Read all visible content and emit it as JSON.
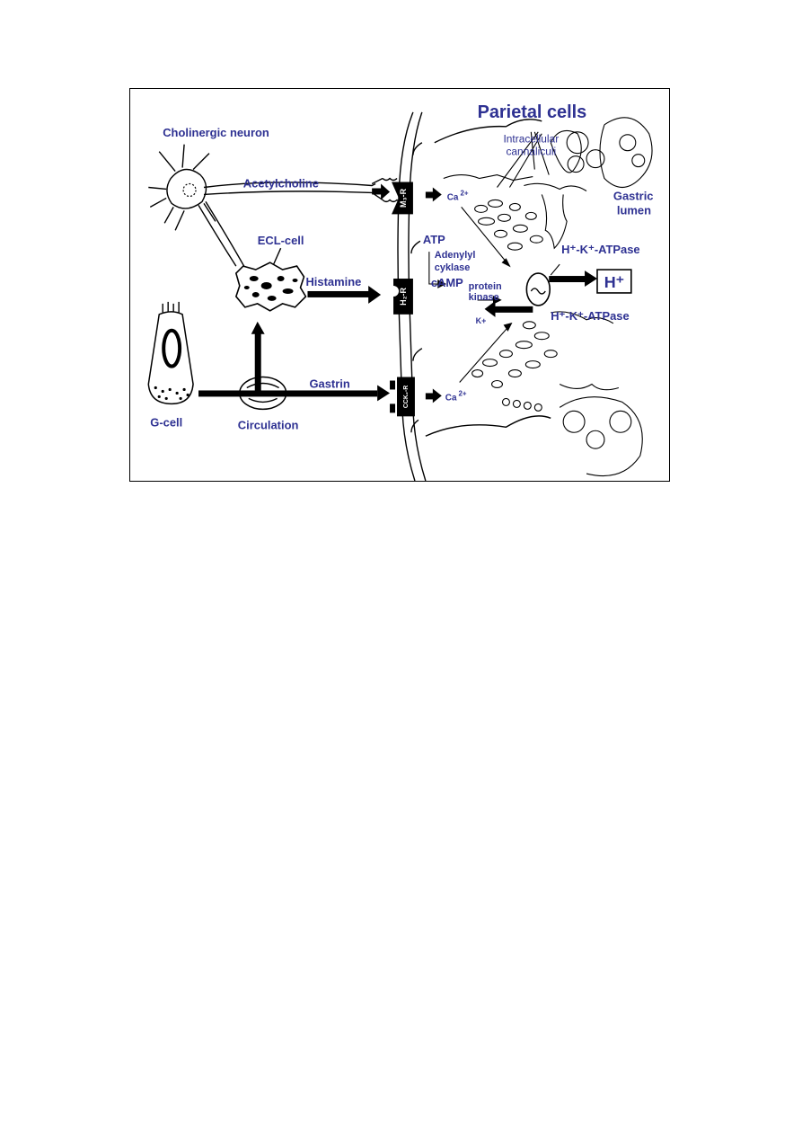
{
  "figure": {
    "title": "Parietal cells",
    "labels": {
      "cholinergic_neuron": "Cholinergic neuron",
      "acetylcholine": "Acetylcholine",
      "ecl_cell": "ECL-cell",
      "histamine": "Histamine",
      "g_cell": "G-cell",
      "circulation": "Circulation",
      "gastrin": "Gastrin",
      "intracellular_1": "Intracellular",
      "intracellular_2": "cannaliculi",
      "gastric_1": "Gastric",
      "gastric_2": "lumen",
      "ca_top": "Ca",
      "ca_bottom": "Ca",
      "ca_charge": "2+",
      "atp": "ATP",
      "adenylyl": "Adenylyl",
      "cyklase": "cyklase",
      "camp": "cAMP",
      "protein": "protein",
      "kinase": "kinase",
      "k_plus": "K+",
      "atpase_top": "H⁺-K⁺-ATPase",
      "atpase_bottom": "H⁺-K⁺-ATPase",
      "h_plus": "H⁺"
    },
    "receptors": {
      "m3": "M₃-R",
      "h2": "H₂-R",
      "cck": "CCK₂-R"
    },
    "colors": {
      "label": "#2e3192",
      "ink": "#000000"
    }
  }
}
